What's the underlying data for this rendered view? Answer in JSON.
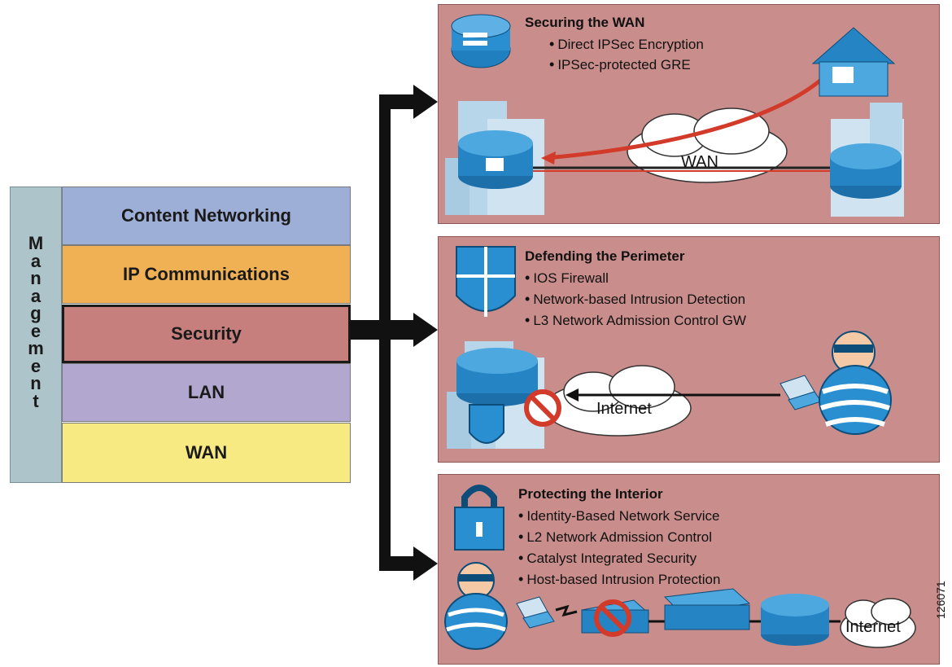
{
  "stack": {
    "side_label": [
      "M",
      "a",
      "n",
      "a",
      "g",
      "e",
      "m",
      "e",
      "n",
      "t"
    ],
    "layers": [
      "Content Networking",
      "IP Communications",
      "Security",
      "LAN",
      "WAN"
    ]
  },
  "panels": [
    {
      "title": "Securing the WAN",
      "bullets": [
        "Direct IPSec Encryption",
        "IPSec-protected GRE"
      ],
      "cloud_label": "WAN"
    },
    {
      "title": "Defending the Perimeter",
      "bullets": [
        "IOS Firewall",
        "Network-based Intrusion Detection",
        "L3 Network Admission Control GW"
      ],
      "cloud_label": "Internet"
    },
    {
      "title": "Protecting the Interior",
      "bullets": [
        "Identity-Based Network Service",
        "L2 Network Admission Control",
        "Catalyst Integrated Security",
        "Host-based Intrusion Protection"
      ],
      "cloud_label": "Internet"
    }
  ],
  "figure_id": "126071",
  "colors": {
    "content_networking": "#9dafd6",
    "ip_communications": "#f0b154",
    "security": "#c67f7c",
    "lan": "#b2a8cf",
    "wan": "#f7ea83",
    "management": "#aec4cb",
    "panel": "#c98d8b",
    "device_blue": "#1f7fbf",
    "attack_arrow": "#d23a2a"
  }
}
